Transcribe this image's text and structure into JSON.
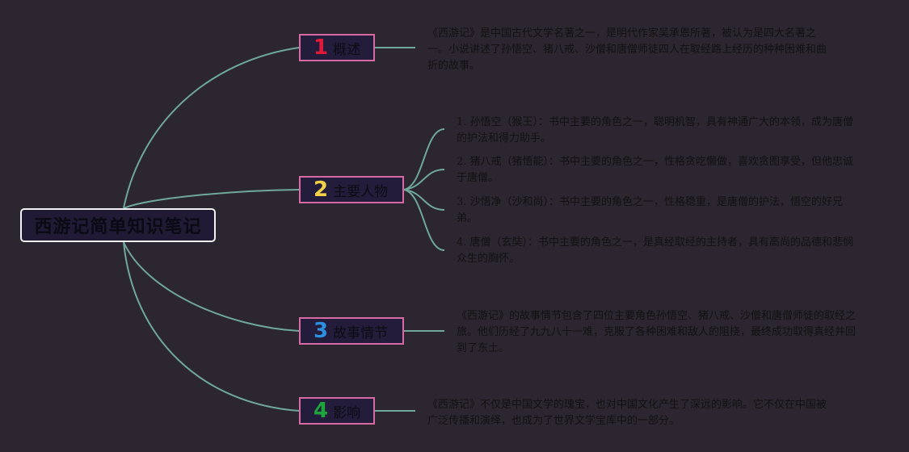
{
  "colors": {
    "background": "#2b2630",
    "connector": "#6fa89a",
    "topic_border": "#d86aa3",
    "num1": "#e0193b",
    "num2": "#f2d048",
    "num3": "#2d8fe0",
    "num4": "#1ea43a"
  },
  "root": {
    "label": "西游记简单知识笔记"
  },
  "topics": [
    {
      "num": "1",
      "label": "概述"
    },
    {
      "num": "2",
      "label": "主要人物"
    },
    {
      "num": "3",
      "label": "故事情节"
    },
    {
      "num": "4",
      "label": "影响"
    }
  ],
  "notes": {
    "overview": "《西游记》是中国古代文学名著之一，是明代作家吴承恩所著，被认为是四大名著之一。小说讲述了孙悟空、猪八戒、沙僧和唐僧师徒四人在取经路上经历的种种困难和曲折的故事。",
    "characters": [
      "1. 孙悟空（猴王）：书中主要的角色之一，聪明机智，具有神通广大的本领，成为唐僧的护法和得力助手。",
      "2. 猪八戒（猪悟能）：书中主要的角色之一，性格贪吃懒做，喜欢贪图享受，但他忠诚于唐僧。",
      "3. 沙悟净（沙和尚）：书中主要的角色之一，性格稳重，是唐僧的护法，悟空的好兄弟。",
      "4. 唐僧（玄奘）：书中主要的角色之一，是真经取经的主持者，具有高尚的品德和悲悯众生的胸怀。"
    ],
    "plot": "《西游记》的故事情节包含了四位主要角色孙悟空、猪八戒、沙僧和唐僧师徒的取经之旅。他们历经了九九八十一难，克服了各种困难和敌人的阻挠，最终成功取得真经并回到了东土。",
    "influence": "《西游记》不仅是中国文学的瑰宝，也对中国文化产生了深远的影响。它不仅在中国被广泛传播和演绎，也成为了世界文学宝库中的一部分。"
  }
}
